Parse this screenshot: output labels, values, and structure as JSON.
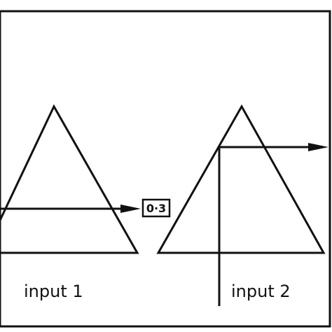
{
  "diagram": {
    "output_value": "0·3",
    "input_1_label": "input 1",
    "input_2_label": "input 2"
  },
  "colors": {
    "ink": "#111111",
    "background": "#ffffff"
  }
}
